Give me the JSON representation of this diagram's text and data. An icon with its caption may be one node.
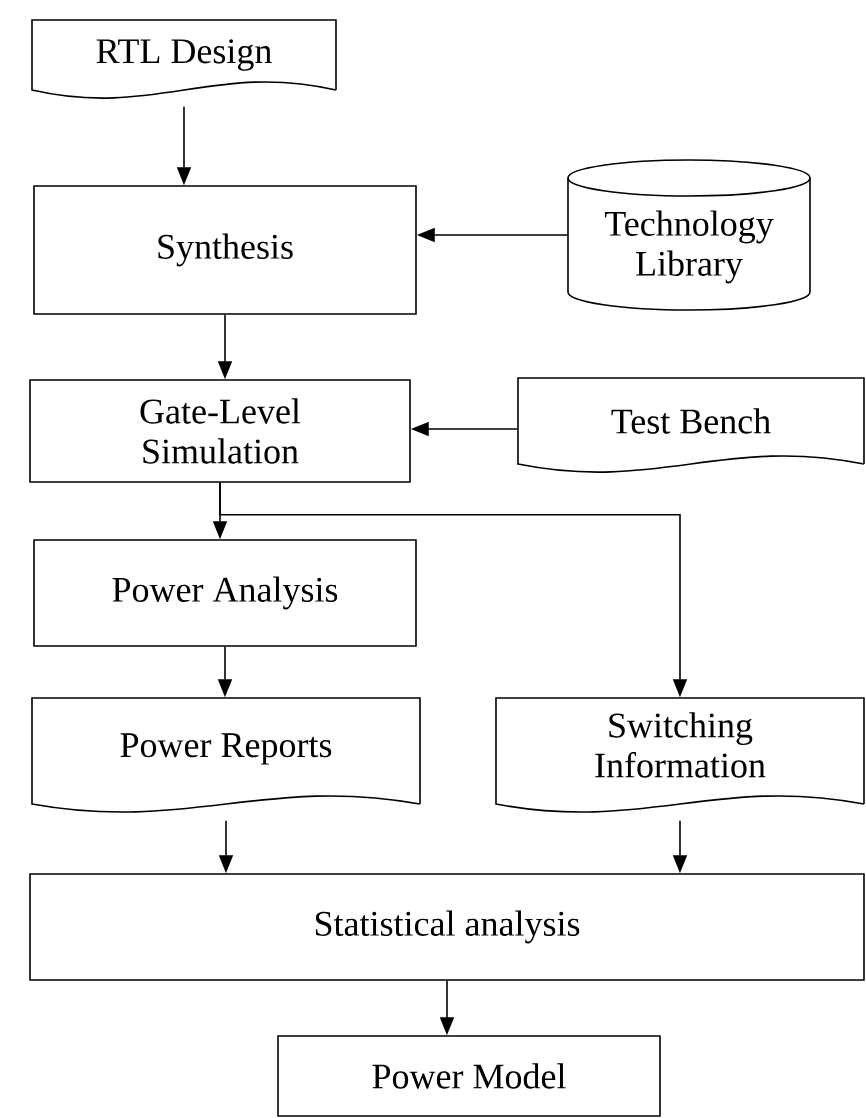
{
  "diagram": {
    "nodes": [
      {
        "text": [
          "RTL Design"
        ]
      },
      {
        "text": [
          "Synthesis"
        ]
      },
      {
        "text": [
          "Technology Library"
        ]
      },
      {
        "text": [
          "Gate-Level Simulation"
        ]
      },
      {
        "text": [
          "Test Bench"
        ]
      },
      {
        "text": [
          "Power Analysis"
        ]
      },
      {
        "text": [
          "Power Reports"
        ]
      },
      {
        "text": [
          "Switching Information"
        ]
      },
      {
        "text": [
          "Statistical analysis"
        ]
      },
      {
        "text": [
          "Power Model"
        ]
      }
    ],
    "edges": [
      {
        "from": 0,
        "to": 1,
        "arrow": "to"
      },
      {
        "from": 2,
        "to": 1,
        "arrow": "to"
      },
      {
        "from": 1,
        "to": 3,
        "arrow": "to"
      },
      {
        "from": 4,
        "to": 3,
        "arrow": "to"
      },
      {
        "from": 3,
        "to": 5,
        "arrow": "to"
      },
      {
        "from": 3,
        "to": 7,
        "arrow": "to"
      },
      {
        "from": 5,
        "to": 6,
        "arrow": "to"
      },
      {
        "from": 6,
        "to": 8,
        "arrow": "to"
      },
      {
        "from": 7,
        "to": 8,
        "arrow": "to"
      },
      {
        "from": 8,
        "to": 9,
        "arrow": "to"
      }
    ]
  }
}
